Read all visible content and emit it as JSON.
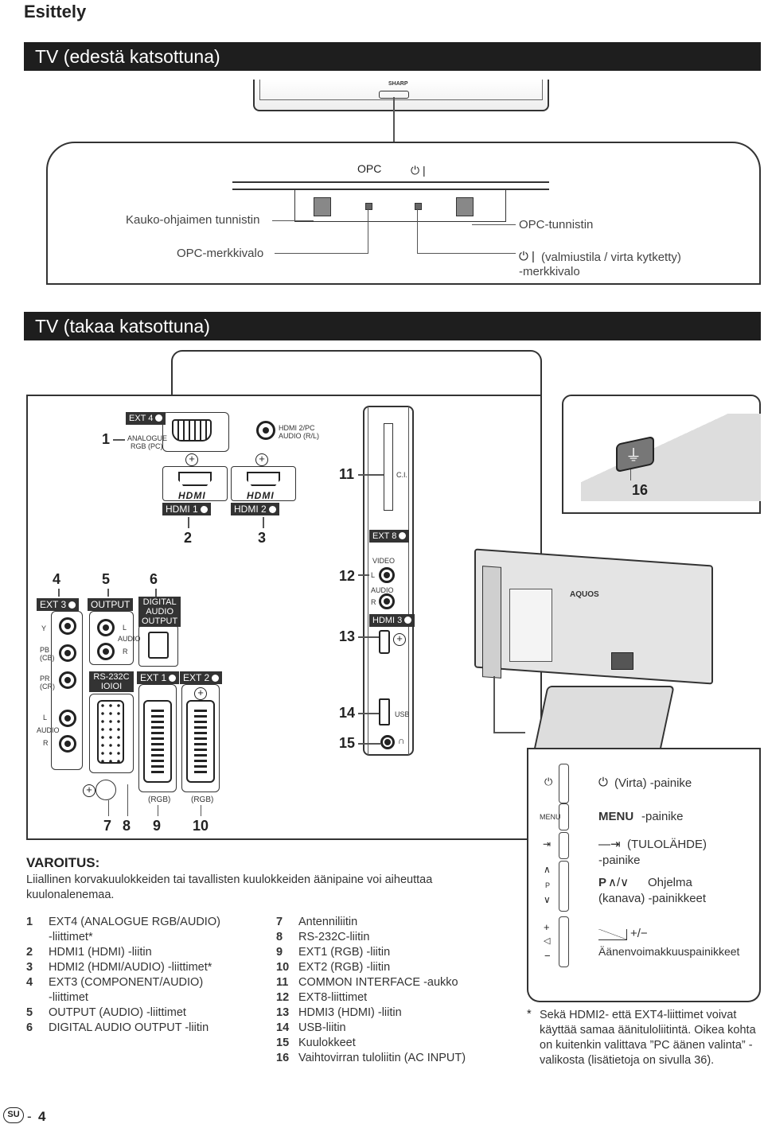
{
  "section_title": "Esittely",
  "front": {
    "title": "TV (edestä katsottuna)",
    "brand": "SHARP",
    "opc_label": "OPC",
    "remote_sensor": "Kauko-ohjaimen tunnistin",
    "opc_indicator": "OPC-merkkivalo",
    "opc_sensor": "OPC-tunnistin",
    "power_indicator_1": "(valmiustila / virta kytketty)",
    "power_indicator_2": "-merkkivalo"
  },
  "rear": {
    "title": "TV (takaa katsottuna)",
    "ext4": "EXT 4",
    "ext4_badge": "4",
    "analogue_1": "ANALOGUE",
    "analogue_2": "RGB (PC)",
    "hdmi_pc_1": "HDMI 2/PC",
    "hdmi_pc_2": "AUDIO (R/L)",
    "hdmi_logo": "HDMI",
    "hdmi1": "HDMI 1",
    "hdmi1_badge": "5",
    "hdmi2": "HDMI 2",
    "hdmi2_badge": "6",
    "ci": "C.I.",
    "ext8": "EXT 8",
    "ext8_badge": "8",
    "video": "VIDEO",
    "l": "L",
    "audio": "AUDIO",
    "r": "R",
    "hdmi3": "HDMI 3",
    "hdmi3_badge": "7",
    "ext3": "EXT 3",
    "ext3_badge": "3",
    "output": "OUTPUT",
    "digital_1": "DIGITAL",
    "digital_2": "AUDIO",
    "digital_3": "OUTPUT",
    "y": "Y",
    "pb": "PB",
    "cb": "(CB)",
    "pr": "PR",
    "cr": "(CR)",
    "rs232c": "RS-232C",
    "rs232c_sym": "IOIOI",
    "ext1": "EXT 1",
    "ext1_badge": "1",
    "ext2": "EXT 2",
    "ext2_badge": "2",
    "usb": "USB",
    "rgb": "(RGB)",
    "aquos": "AQUOS",
    "numbers": [
      "1",
      "2",
      "3",
      "4",
      "5",
      "6",
      "7",
      "8",
      "9",
      "10",
      "11",
      "12",
      "13",
      "14",
      "15",
      "16"
    ]
  },
  "side_buttons": {
    "menu_key": "MENU",
    "p_key": "P",
    "power_label": "(Virta) -painike",
    "menu_bold": "MENU",
    "menu_rest": "-painike",
    "input_1": "(TULOLÄHDE)",
    "input_2": "-painike",
    "prog_p": "P",
    "prog_rest": "Ohjelma",
    "prog_2": "(kanava) -painikkeet",
    "vol_sym": "+/−",
    "vol_label": "Äänenvoimakkuuspainikkeet"
  },
  "warning": {
    "title": "VAROITUS:",
    "text": "Liiallinen korvakuulokkeiden tai tavallisten kuulokkeiden äänipaine voi aiheuttaa kuulonalenemaa."
  },
  "list_left": [
    {
      "n": "1",
      "t": "EXT4 (ANALOGUE RGB/AUDIO)"
    },
    {
      "n": "",
      "t": "-liittimet*"
    },
    {
      "n": "2",
      "t": "HDMI1 (HDMI) -liitin"
    },
    {
      "n": "3",
      "t": "HDMI2 (HDMI/AUDIO) -liittimet*"
    },
    {
      "n": "4",
      "t": "EXT3 (COMPONENT/AUDIO)"
    },
    {
      "n": "",
      "t": "-liittimet"
    },
    {
      "n": "5",
      "t": "OUTPUT (AUDIO) -liittimet"
    },
    {
      "n": "6",
      "t": "DIGITAL AUDIO OUTPUT -liitin"
    }
  ],
  "list_right": [
    {
      "n": "7",
      "t": "Antenniliitin"
    },
    {
      "n": "8",
      "t": "RS-232C-liitin"
    },
    {
      "n": "9",
      "t": "EXT1 (RGB) -liitin"
    },
    {
      "n": "10",
      "t": "EXT2 (RGB) -liitin"
    },
    {
      "n": "11",
      "t": "COMMON INTERFACE -aukko"
    },
    {
      "n": "12",
      "t": "EXT8-liittimet"
    },
    {
      "n": "13",
      "t": "HDMI3 (HDMI) -liitin"
    },
    {
      "n": "14",
      "t": "USB-liitin"
    },
    {
      "n": "15",
      "t": "Kuulokkeet"
    },
    {
      "n": "16",
      "t": "Vaihtovirran tuloliitin (AC INPUT)"
    }
  ],
  "footnote": {
    "mark": "*",
    "text": "Sekä HDMI2- että EXT4-liittimet voivat käyttää samaa äänituloliitintä. Oikea kohta on kuitenkin valittava ”PC äänen valinta” -valikosta (lisätietoja on sivulla 36)."
  },
  "page": {
    "badge": "SU",
    "sep": "-",
    "number": "4"
  }
}
